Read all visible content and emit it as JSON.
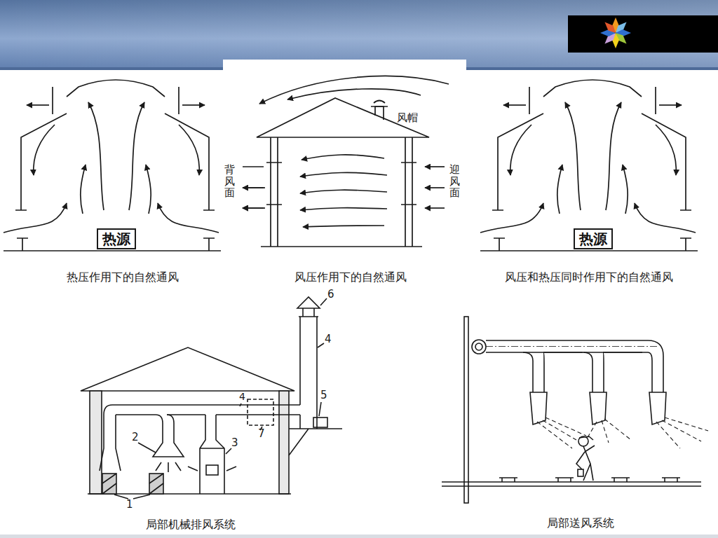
{
  "diagram": {
    "nodes": [
      {
        "text": [
          "热源"
        ]
      },
      {
        "text": [
          "热源"
        ]
      }
    ],
    "labels": [
      "风帽",
      "背风面",
      "迎风面",
      "热压作用下的自然通风",
      "风压作用下的自然通风",
      "风压和热压同时作用下的自然通风",
      "6",
      "4",
      "4",
      "5",
      "2",
      "3",
      "7",
      "1",
      "局部机械排风系统",
      "局部送风系统"
    ]
  }
}
